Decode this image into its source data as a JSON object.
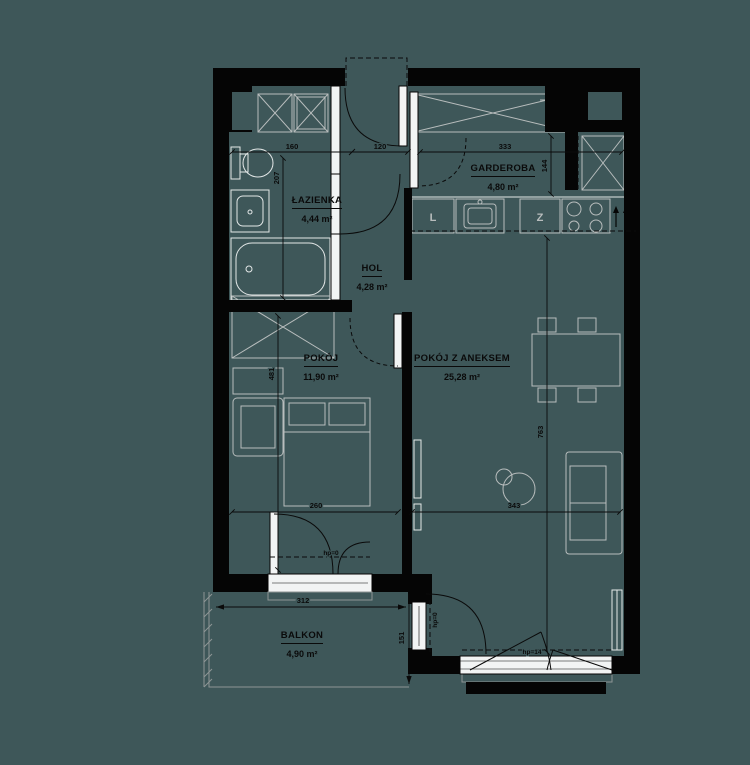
{
  "rooms": [
    {
      "name": "ŁAZIENKA",
      "area": "4,44 m²"
    },
    {
      "name": "GARDEROBA",
      "area": "4,80 m²"
    },
    {
      "name": "HOL",
      "area": "4,28 m²"
    },
    {
      "name": "POKÓJ",
      "area": "11,90 m²"
    },
    {
      "name": "POKÓJ Z ANEKSEM",
      "area": "25,28 m²"
    },
    {
      "name": "BALKON",
      "area": "4,90 m²"
    }
  ],
  "dimensions": {
    "top_bathroom": "160",
    "top_hall": "120",
    "top_garderoba": "333",
    "bathroom_depth": "207",
    "garderoba_depth": "144",
    "pokoj_height": "481",
    "pokoj_width": "260",
    "aneks_width": "343",
    "aneks_height": "763",
    "balkon_width": "312",
    "balkon_depth": "151"
  },
  "annotations": {
    "pokoj_balcony_door_sill": "hp=0",
    "aneks_balcony_door_sill": "hp=0",
    "aneks_window_sill": "hp=14"
  },
  "kitchen": {
    "fridge_label": "L",
    "dishwasher_label": "Z"
  },
  "colors": {
    "background": "#3e5759",
    "walls": "#050505",
    "dimension_lines": "#0a0a0a",
    "furniture_outline": "#b8bdbd",
    "fixture_outline": "#e4e8e8"
  }
}
